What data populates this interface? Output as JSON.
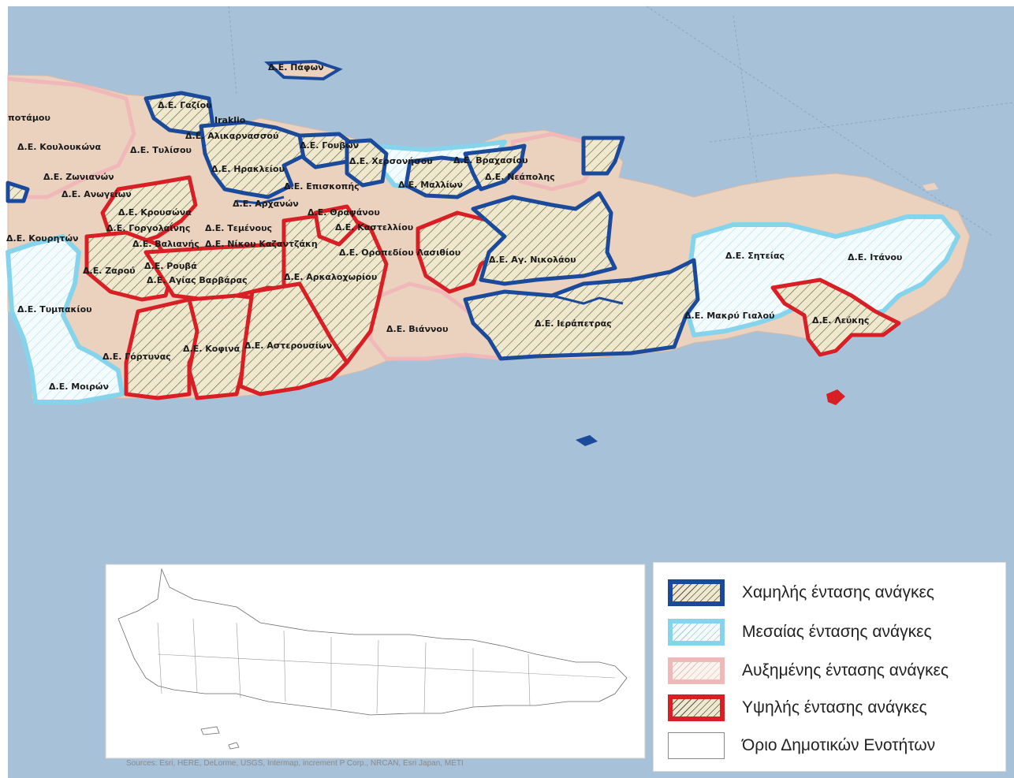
{
  "colors": {
    "sea": "#a7c1d8",
    "land": "#ead2bf",
    "low": "#1c4a9a",
    "medium": "#86d4ec",
    "increased": "#f0b8b8",
    "high": "#d81f26",
    "hatch_fill": "#efe8cc"
  },
  "map_labels": [
    {
      "id": "potamou",
      "text": "ποτάμου"
    },
    {
      "id": "koulou",
      "text": "Δ.Ε. Κουλουκώνα"
    },
    {
      "id": "zonian",
      "text": "Δ.Ε. Ζωνιανών"
    },
    {
      "id": "anogeion",
      "text": "Δ.Ε. Ανωγείων"
    },
    {
      "id": "kourit",
      "text": "Δ.Ε. Κουρητών"
    },
    {
      "id": "tylis",
      "text": "Δ.Ε. Τυλίσου"
    },
    {
      "id": "gaziou",
      "text": "Δ.Ε. Γαζίου"
    },
    {
      "id": "iraklio",
      "text": "Iraklio"
    },
    {
      "id": "alik",
      "text": "Δ.Ε. Αλικαρνασσού"
    },
    {
      "id": "ira",
      "text": "Δ.Ε. Ηρακλείου"
    },
    {
      "id": "goui",
      "text": "Δ.Ε. Γουβών"
    },
    {
      "id": "chers",
      "text": "Δ.Ε. Χερσονήσου"
    },
    {
      "id": "malion",
      "text": "Δ.Ε. Μαλλίων"
    },
    {
      "id": "vrach",
      "text": "Δ.Ε. Βραχασίου"
    },
    {
      "id": "neap",
      "text": "Δ.Ε. Νεάπολης"
    },
    {
      "id": "episk",
      "text": "Δ.Ε. Επισκοπής"
    },
    {
      "id": "arch",
      "text": "Δ.Ε. Αρχανών"
    },
    {
      "id": "kroussona",
      "text": "Δ.Ε. Κρουσώνα"
    },
    {
      "id": "gorg",
      "text": "Δ.Ε. Γοργολαΐνης"
    },
    {
      "id": "temen",
      "text": "Δ.Ε. Τεμένους"
    },
    {
      "id": "thraps",
      "text": "Δ.Ε. Θραψάνου"
    },
    {
      "id": "kastel",
      "text": "Δ.Ε. Καστελλίου"
    },
    {
      "id": "rouva",
      "text": "Δ.Ε. Ρουβά"
    },
    {
      "id": "zaros",
      "text": "Δ.Ε. Ζαρού"
    },
    {
      "id": "agvarv",
      "text": "Δ.Ε. Αγίας Βαρβάρας"
    },
    {
      "id": "kazantz",
      "text": "Δ.Ε. Νίκου Καζαντζάκη"
    },
    {
      "id": "balian",
      "text": "Δ.Ε. Βαλιανής"
    },
    {
      "id": "orop",
      "text": "Δ.Ε. Οροπεδίου Λασιθίου"
    },
    {
      "id": "agnik",
      "text": "Δ.Ε. Αγ. Νικολάου"
    },
    {
      "id": "arkal",
      "text": "Δ.Ε. Αρκαλοχωρίου"
    },
    {
      "id": "tympak",
      "text": "Δ.Ε. Τυμπακίου"
    },
    {
      "id": "gort",
      "text": "Δ.Ε. Γόρτυνας"
    },
    {
      "id": "kofin",
      "text": "Δ.Ε. Κοφινά"
    },
    {
      "id": "aster",
      "text": "Δ.Ε. Αστερουσίων"
    },
    {
      "id": "viann",
      "text": "Δ.Ε. Βιάννου"
    },
    {
      "id": "ierap",
      "text": "Δ.Ε. Ιεράπετρας"
    },
    {
      "id": "moiron",
      "text": "Δ.Ε. Μοιρών"
    },
    {
      "id": "siteia",
      "text": "Δ.Ε. Σητείας"
    },
    {
      "id": "itanou",
      "text": "Δ.Ε. Ιτάνου"
    },
    {
      "id": "makry",
      "text": "Δ.Ε. Μακρύ Γιαλού"
    },
    {
      "id": "lefkis",
      "text": "Δ.Ε. Λεύκης"
    },
    {
      "id": "pafon",
      "text": "Δ.Ε. Πάφων"
    }
  ],
  "legend": {
    "items": [
      {
        "key": "low",
        "label": "Χαμηλής έντασης ανάγκες"
      },
      {
        "key": "medium",
        "label": "Μεσαίας έντασης ανάγκες"
      },
      {
        "key": "increased",
        "label": "Αυξημένης έντασης ανάγκες"
      },
      {
        "key": "high",
        "label": "Υψηλής έντασης ανάγκες"
      },
      {
        "key": "boundary",
        "label": "Όριο Δημοτικών Ενοτήτων"
      }
    ]
  },
  "attribution": "Sources: Esri, HERE, DeLorme, USGS, Intermap, increment P Corp., NRCAN, Esri Japan, METI"
}
